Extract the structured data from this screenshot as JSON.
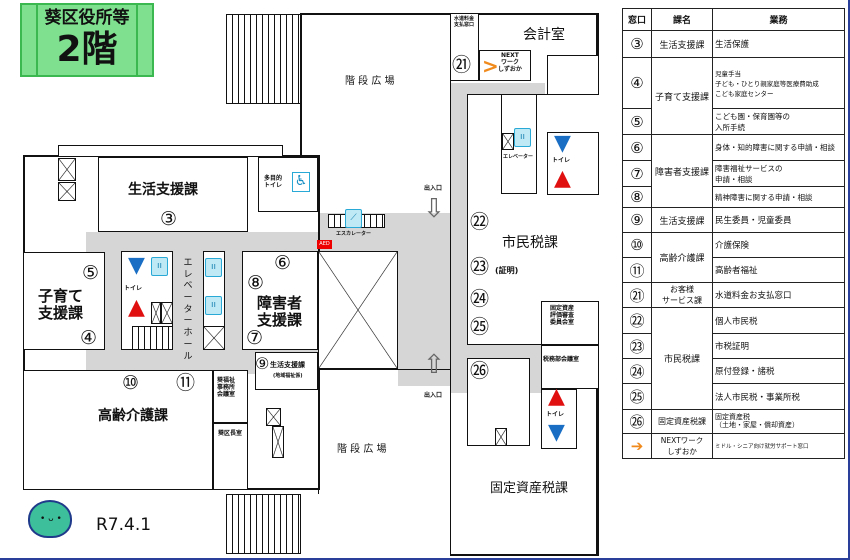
{
  "title": {
    "line1": "葵区役所等",
    "line2": "2階"
  },
  "map": {
    "stairs_plaza_top": "階 段 広 場",
    "stairs_plaza_bottom": "階 段 広 場",
    "water_window": "水道料金支払窓口",
    "next_work": "NEXT\nワーク\nしずおか",
    "accounting": "会計室",
    "elevator": "エレベーター",
    "toilet": "トイレ",
    "multi_toilet": "多目的\nトイレ",
    "escalator": "エスカレーター",
    "aed": "AED",
    "entrance_top": "出入口",
    "entrance_bottom": "出入口",
    "citizen_tax": "市民税課",
    "certificate": "(証明)",
    "fixed_asset_committee": "固定資産\n評価審査\n委員会室",
    "tax_meeting": "税務部会議室",
    "fixed_asset_tax": "固定資産税課",
    "livelihood": "生活支援課",
    "childcare": "子育て\n支援課",
    "elevator_hall": "エレベーターホール",
    "disability": "障害者\n支援課",
    "livelihood_9": "生活支援課",
    "livelihood_9_sub": "(地域福祉係)",
    "elderly": "高齢介護課",
    "welfare_meeting": "葵福祉\n事務所\n会議室",
    "ward_head": "葵区長室",
    "date": "R7.4.1"
  },
  "numbers": {
    "n3": "③",
    "n4": "④",
    "n5": "⑤",
    "n6": "⑥",
    "n7": "⑦",
    "n8": "⑧",
    "n9": "⑨",
    "n10": "⑩",
    "n11": "⑪",
    "n21": "㉑",
    "n22": "㉒",
    "n23": "㉓",
    "n24": "㉔",
    "n25": "㉕",
    "n26": "㉖"
  },
  "table": {
    "headers": [
      "窓口",
      "課名",
      "業務"
    ],
    "rows": [
      {
        "no": "③",
        "dept": "生活支援課",
        "task": "生活保護"
      },
      {
        "no": "④",
        "dept": "子育て支援課",
        "task": "児童手当\n子ども・ひとり親家庭等医療費助成\nこども家庭センター"
      },
      {
        "no": "⑤",
        "task": "こども園・保育園等の\n入所手続"
      },
      {
        "no": "⑥",
        "dept": "障害者支援課",
        "task": "身体・知的障害に関する申請・相談"
      },
      {
        "no": "⑦",
        "task": "障害福祉サービスの\n申請・相談"
      },
      {
        "no": "⑧",
        "task": "精神障害に関する申請・相談"
      },
      {
        "no": "⑨",
        "dept": "生活支援課",
        "task": "民生委員・児童委員"
      },
      {
        "no": "⑩",
        "dept": "高齢介護課",
        "task": "介護保険"
      },
      {
        "no": "⑪",
        "task": "高齢者福祉"
      },
      {
        "no": "㉑",
        "dept": "お客様\nサービス課",
        "task": "水道料金お支払窓口"
      },
      {
        "no": "㉒",
        "dept": "市民税課",
        "task": "個人市民税"
      },
      {
        "no": "㉓",
        "task": "市税証明"
      },
      {
        "no": "㉔",
        "task": "原付登録・諸税"
      },
      {
        "no": "㉕",
        "task": "法人市民税・事業所税"
      },
      {
        "no": "㉖",
        "dept": "固定資産税課",
        "task": "固定資産税\n（土地・家屋・償却資産）"
      },
      {
        "no": "➔",
        "dept": "NEXTワーク\nしずおか",
        "task": "ミドル・シニア向け就労サポート窓口"
      }
    ]
  },
  "colors": {
    "title_bg": "#7fe08f",
    "corridor": "#d6d6d6",
    "next_arrow": "#f08a1c",
    "male": "#1a6fc4",
    "female": "#e01010"
  }
}
